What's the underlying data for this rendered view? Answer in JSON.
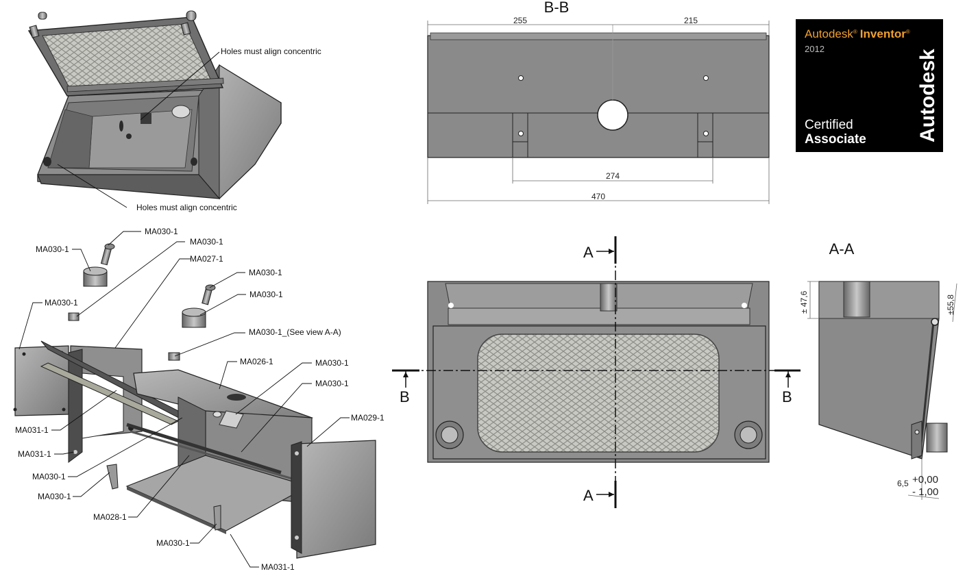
{
  "notes": {
    "upper": "Holes must align concentric",
    "lower": "Holes must align concentric"
  },
  "parts": [
    "MA030-1",
    "MA030-1",
    "MA027-1",
    "MA030-1",
    "MA030-1",
    "MA030-1",
    "MA030-1",
    "MA030-1_(See view A-A)",
    "MA026-1",
    "MA030-1",
    "MA030-1",
    "MA029-1",
    "MA031-1",
    "MA031-1",
    "MA030-1",
    "MA030-1",
    "MA028-1",
    "MA030-1",
    "MA031-1"
  ],
  "section_bb": {
    "title": "B-B",
    "dim_left": "255",
    "dim_right": "215",
    "dim_inner": "274",
    "dim_total": "470"
  },
  "front_view": {
    "cut_a": "A",
    "cut_b": "B"
  },
  "section_aa": {
    "title": "A-A",
    "dim_height_left": "± 47,6",
    "dim_height_right": "±55,8",
    "dim_base": "6,5",
    "tol_plus": "+0,00",
    "tol_minus": "- 1,00"
  },
  "badge": {
    "brand": "Autodesk",
    "product": "Inventor",
    "year": "2012",
    "cert_line1": "Certified",
    "cert_line2": "Associate",
    "vertical_brand": "Autodesk",
    "colors": {
      "background": "#000000",
      "brand": "#f0a030",
      "text": "#ffffff"
    }
  }
}
